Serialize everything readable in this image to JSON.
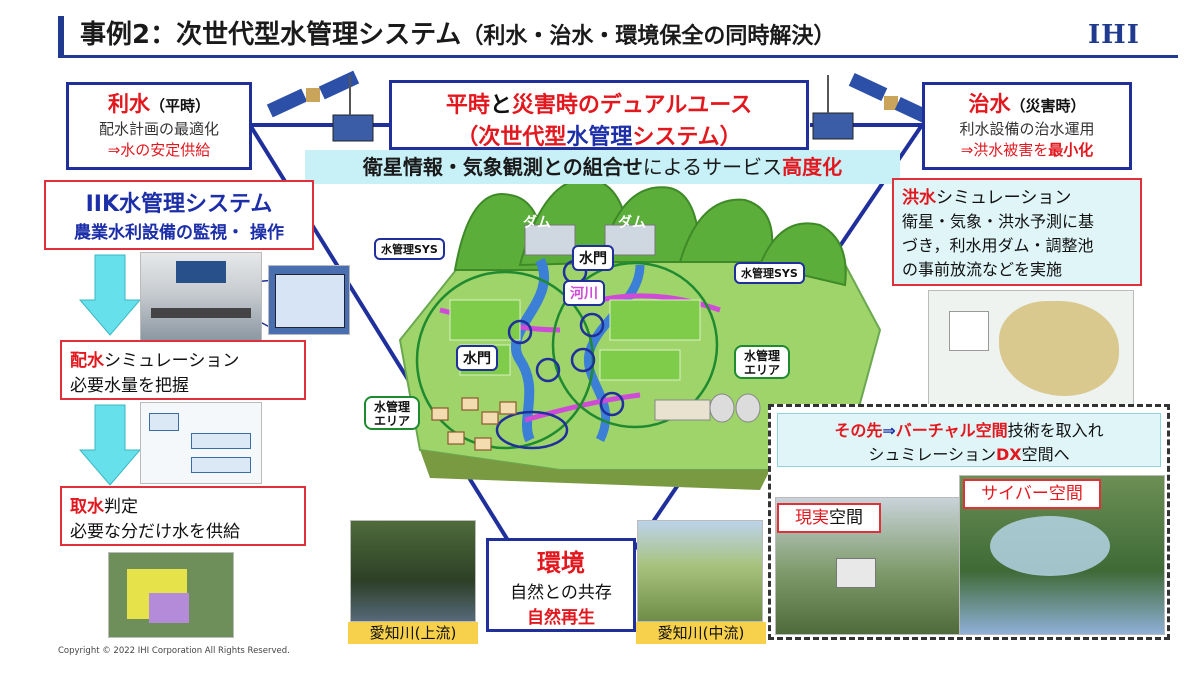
{
  "header": {
    "title": "事例2：次世代型水管理システム",
    "subtitle": "（利水・治水・環境保全の同時解決）",
    "logo": "IHI"
  },
  "left_top": {
    "head": "利水",
    "head_sub": "（平時）",
    "line1": "配水計画の最適化",
    "line2": "⇒水の安定供給"
  },
  "center_top": {
    "line1a": "平時",
    "line1b": "と",
    "line1c": "災害時",
    "line1d": "のデュアルユース",
    "line2a": "（次世代型",
    "line2b": "水管理",
    "line2c": "システム）"
  },
  "right_top": {
    "head": "治水",
    "head_sub": "（災害時）",
    "line1": "利水設備の治水運用",
    "line2a": "⇒洪水被害を",
    "line2b": "最小化"
  },
  "banner": {
    "a": "衛星情報・気象観測との組合せ",
    "b": "によるサービス",
    "c": "高度化"
  },
  "iik": {
    "title": "IIK水管理システム",
    "sub": "農業水利設備の監視・ 操作"
  },
  "distribution": {
    "a": "配水",
    "b": "シミュレーション",
    "line2": "必要水量を把握"
  },
  "intake": {
    "a": "取水",
    "b": "判定",
    "line2": "必要な分だけ水を供給"
  },
  "flood": {
    "a": "洪水",
    "b": "シミュレーション",
    "line2": "衛星・気象・洪水予測に基",
    "line3": "づき，利水用ダム・調整池",
    "line4": "の事前放流などを実施"
  },
  "map_labels": {
    "dam1": "ダム",
    "dam2": "ダム",
    "gate1": "水門",
    "gate2": "水門",
    "river": "河川",
    "sys1": "水管理SYS",
    "sys2": "水管理SYS",
    "area1a": "水管理",
    "area1b": "エリア",
    "area2a": "水管理",
    "area2b": "エリア"
  },
  "env": {
    "head": "環境",
    "line1": "自然との共存",
    "line2": "自然再生"
  },
  "captions": {
    "upstream": "愛知川(上流)",
    "midstream": "愛知川(中流)"
  },
  "future": {
    "a": "その先",
    "b": "⇒",
    "c": "バーチャル空間",
    "d": "技術を取入れ",
    "line2a": "シュミレーション",
    "line2b": "DX",
    "line2c": "空間へ"
  },
  "real_label": {
    "a": "現実",
    "b": "空間"
  },
  "cyber_label": "サイバー空間",
  "footer": {
    "copyright": "Copyright © 2022 IHI Corporation All Rights Reserved."
  },
  "colors": {
    "accent_blue": "#1f2f9c",
    "accent_red": "#e3181f",
    "banner": "#c7f0f7",
    "caption": "#f7d04c"
  }
}
